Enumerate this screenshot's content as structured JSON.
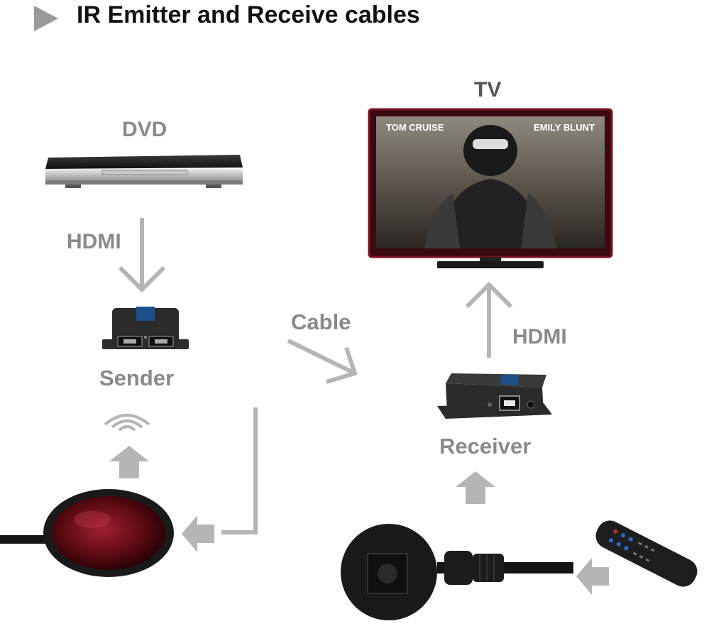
{
  "header": {
    "title": "IR Emitter and Receive cables"
  },
  "labels": {
    "dvd": "DVD",
    "tv": "TV",
    "hdmi_left": "HDMI",
    "hdmi_right": "HDMI",
    "cable": "Cable",
    "sender": "Sender",
    "receiver": "Receiver"
  },
  "tv_screen": {
    "left_name": "TOM CRUISE",
    "right_name": "EMILY BLUNT"
  },
  "colors": {
    "arrow": "#b5b5b5",
    "tv_frame": "#7a1020",
    "device": "#2b2b2b",
    "label": "#8a8a8a"
  }
}
